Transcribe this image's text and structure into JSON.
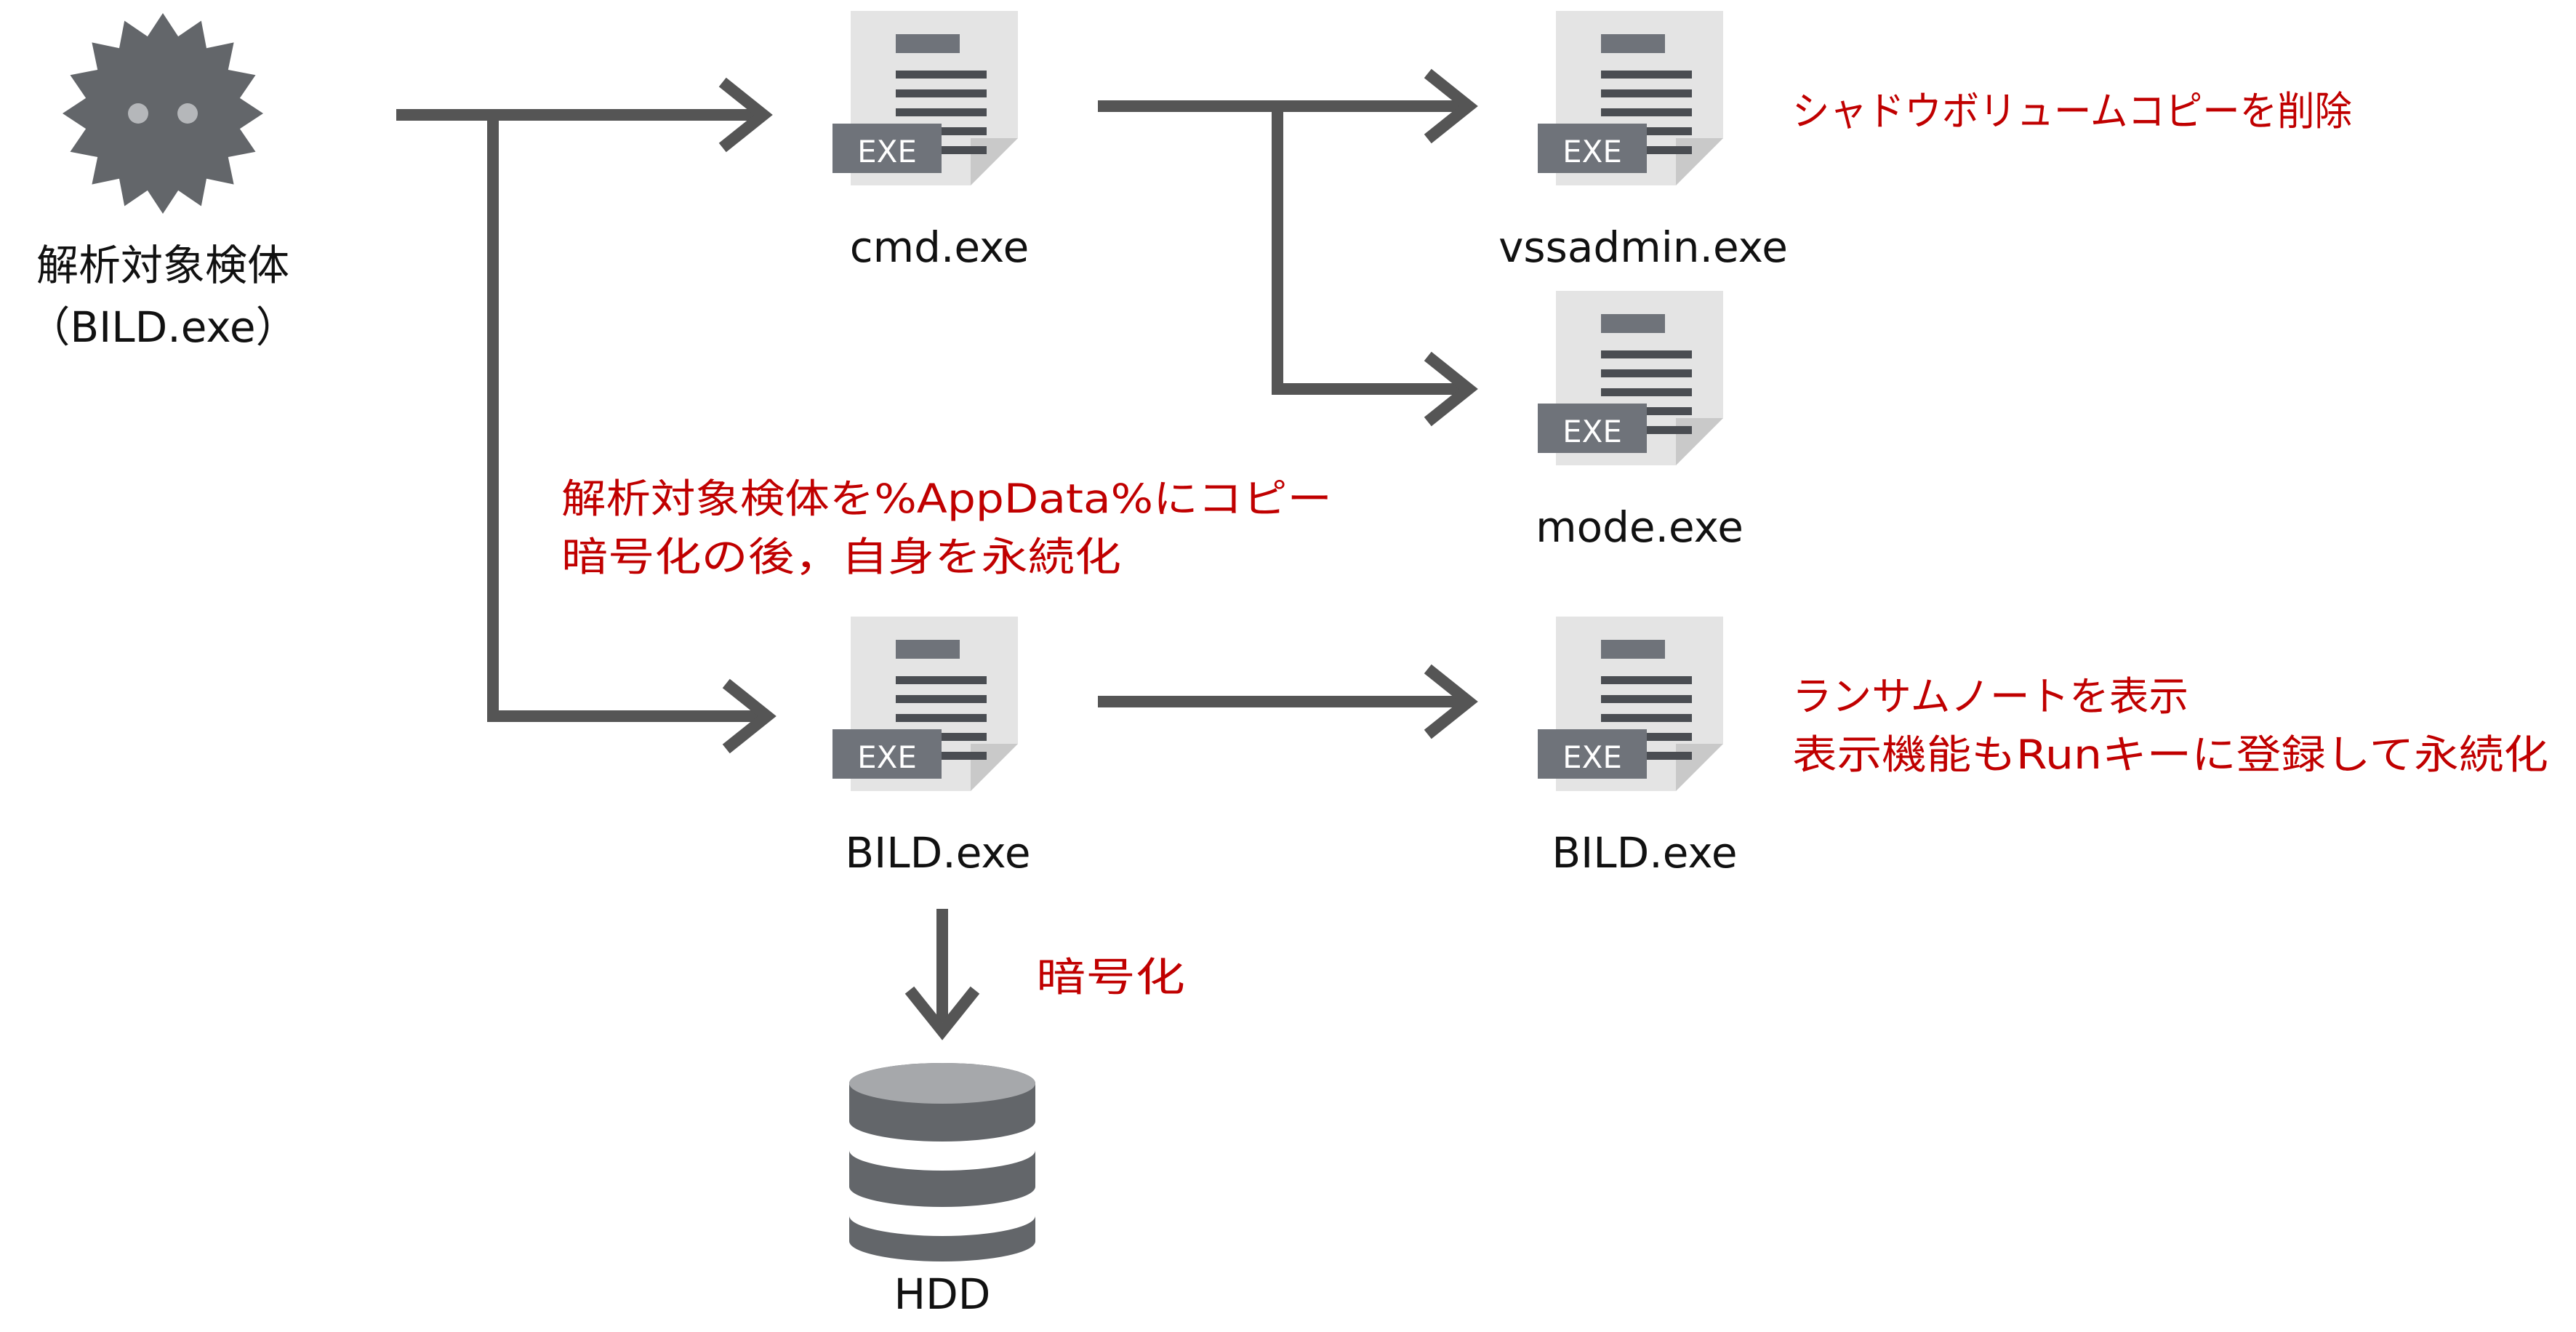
{
  "colors": {
    "connector": "#555555",
    "icon": "#63666a",
    "page": "#e4e4e4",
    "badge": "#6f737a",
    "note": "#c00000"
  },
  "nodes": {
    "malware": {
      "icon": "virus-icon",
      "label_line1": "解析対象検体",
      "label_line2": "（BILD.exe）"
    },
    "cmd": {
      "icon": "exe-file-icon",
      "badge": "EXE",
      "label": "cmd.exe"
    },
    "vssadmin": {
      "icon": "exe-file-icon",
      "badge": "EXE",
      "label": "vssadmin.exe"
    },
    "mode": {
      "icon": "exe-file-icon",
      "badge": "EXE",
      "label": "mode.exe"
    },
    "bild_copy": {
      "icon": "exe-file-icon",
      "badge": "EXE",
      "label": "BILD.exe"
    },
    "bild_child": {
      "icon": "exe-file-icon",
      "badge": "EXE",
      "label": "BILD.exe"
    },
    "hdd": {
      "icon": "database-icon",
      "label": "HDD"
    }
  },
  "notes": {
    "shadow_copy": "シャドウボリュームコピーを削除",
    "copy_line1": "解析対象検体を%AppData%にコピー",
    "copy_line2": "暗号化の後，自身を永続化",
    "ransom_line1": "ランサムノートを表示",
    "ransom_line2": "表示機能もRunキーに登録して永続化",
    "encrypt": "暗号化"
  }
}
